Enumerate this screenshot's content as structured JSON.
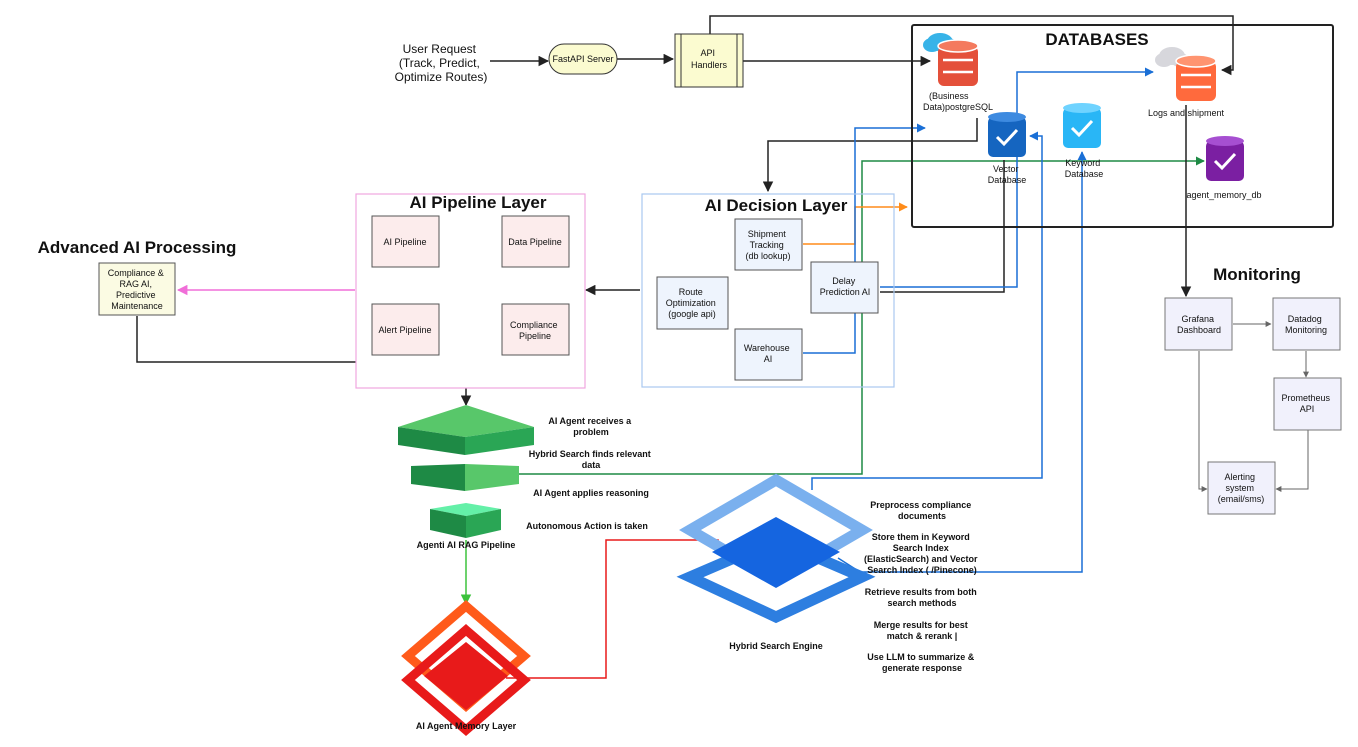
{
  "user_request": {
    "lines": [
      "User Request",
      "(Track, Predict,",
      "Optimize Routes)"
    ]
  },
  "fastapi": {
    "label": "FastAPI Server"
  },
  "api_handlers": {
    "lines": [
      "API",
      "Handlers"
    ]
  },
  "databases": {
    "title": "DATABASES",
    "postgres": {
      "lines": [
        "(Business",
        "Data)postgreSQL"
      ]
    },
    "vector": {
      "lines": [
        "Vector",
        "Database"
      ]
    },
    "keyword": {
      "lines": [
        "Keyword",
        "Database"
      ]
    },
    "logs": {
      "label": "Logs and shipment"
    },
    "memory": {
      "label": "agent_memory_db"
    }
  },
  "pipeline_layer": {
    "title": "AI Pipeline Layer",
    "boxes": [
      {
        "lines": [
          "AI Pipeline"
        ]
      },
      {
        "lines": [
          "Data Pipeline"
        ]
      },
      {
        "lines": [
          "Alert Pipeline"
        ]
      },
      {
        "lines": [
          "Compliance",
          "Pipeline"
        ]
      }
    ]
  },
  "decision_layer": {
    "title": "AI Decision Layer",
    "shipment": {
      "lines": [
        "Shipment",
        "Tracking",
        "(db lookup)"
      ]
    },
    "route": {
      "lines": [
        "Route",
        "Optimization",
        "(google api)"
      ]
    },
    "delay": {
      "lines": [
        "Delay",
        "Prediction AI"
      ]
    },
    "warehouse": {
      "lines": [
        "Warehouse",
        "AI"
      ]
    }
  },
  "advanced": {
    "title": "Advanced AI Processing",
    "box": {
      "lines": [
        "Compliance &",
        "RAG AI,",
        "Predictive",
        "Maintenance"
      ]
    }
  },
  "rag": {
    "steps": [
      {
        "lines": [
          "AI Agent receives a",
          "problem"
        ]
      },
      {
        "lines": [
          "Hybrid Search finds relevant",
          "data"
        ]
      },
      {
        "lines": [
          "AI Agent applies reasoning"
        ]
      },
      {
        "lines": [
          "Autonomous Action is taken"
        ]
      }
    ],
    "label": "Agenti AI RAG Pipeline"
  },
  "memory_layer": {
    "label": "AI Agent Memory Layer"
  },
  "hybrid": {
    "label": "Hybrid Search Engine",
    "notes": [
      {
        "lines": [
          "Preprocess compliance",
          "documents"
        ]
      },
      {
        "lines": [
          "Store them in Keyword",
          "Search Index",
          "(ElasticSearch) and Vector",
          "Search Index ( /Pinecone)"
        ]
      },
      {
        "lines": [
          "Retrieve results from both",
          "search methods"
        ]
      },
      {
        "lines": [
          "Merge results for best",
          "match & rerank |"
        ]
      },
      {
        "lines": [
          "Use LLM to summarize &",
          "generate response"
        ]
      }
    ]
  },
  "monitoring": {
    "title": "Monitoring",
    "grafana": {
      "lines": [
        "Grafana",
        "Dashboard"
      ]
    },
    "datadog": {
      "lines": [
        "Datadog",
        "Monitoring"
      ]
    },
    "prometheus": {
      "lines": [
        "Prometheus",
        "API"
      ]
    },
    "alerting": {
      "lines": [
        "Alerting",
        "system",
        "(email/sms)"
      ]
    }
  },
  "colors": {
    "pipeline_border": "#f0a6e0",
    "decision_border": "#a9c8ef",
    "pink_box": "#fcecec",
    "blue_box": "#eef4fd",
    "monitor_box": "#f1f1fc",
    "yellow": "#fbfbd0",
    "green_dark": "#1e8a45",
    "green_light": "#58c76a",
    "red": "#e81a1a",
    "orange": "#ff6a1a",
    "blue": "#1a6fd6",
    "blue_light": "#5aa0e8"
  }
}
